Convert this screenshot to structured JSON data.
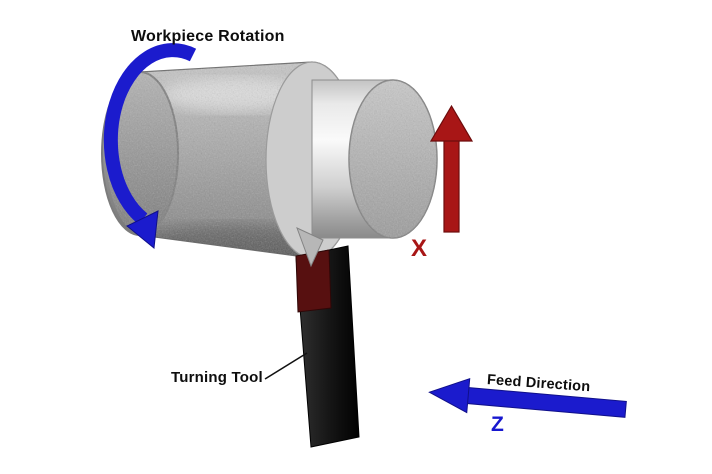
{
  "diagram": {
    "type": "lathe-turning-operation",
    "labels": {
      "workpiece_rotation": "Workpiece Rotation",
      "turning_tool": "Turning Tool",
      "feed_direction": "Feed Direction",
      "x_axis": "X",
      "z_axis": "Z"
    },
    "colors": {
      "rotation_arrow": "#1b1bcd",
      "feed_arrow": "#1b1bcd",
      "x_arrow": "#a81616",
      "x_label": "#a81616",
      "z_label": "#1717cf",
      "label_text": "#0d0d0d",
      "workpiece_gray": "#a3a3a3",
      "machined_face_gray": "#adadad",
      "tool_shank_black": "#141414",
      "tool_insert_maroon": "#571010"
    }
  }
}
